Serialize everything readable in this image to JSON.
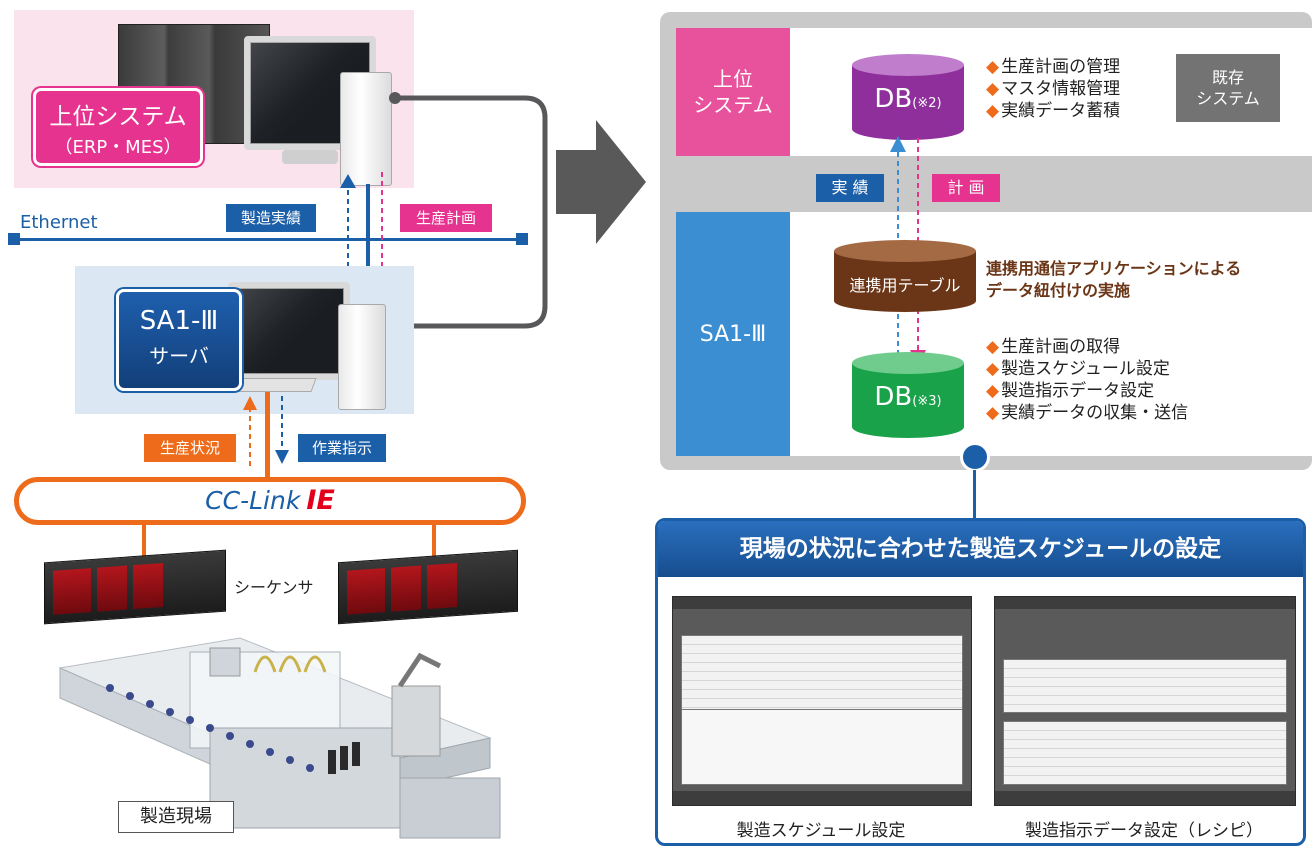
{
  "left": {
    "upper_system_title": "上位システム",
    "upper_system_sub": "（ERP・MES）",
    "ethernet_label": "Ethernet",
    "manufacturing_results_label": "製造実績",
    "production_plan_label": "生産計画",
    "server_title": "SA1-Ⅲ",
    "server_sub": "サーバ",
    "production_status_label": "生産状況",
    "work_instruction_label": "作業指示",
    "cclink_text": "CC-Link",
    "cclink_ie": "IE",
    "sequencer_label": "シーケンサ",
    "site_label": "製造現場"
  },
  "right": {
    "upper_label": "上位\nシステム",
    "db2_label": "DB",
    "db2_note": "(※2)",
    "upper_bullets": [
      "生産計画の管理",
      "マスタ情報管理",
      "実績データ蓄積"
    ],
    "existing_system_label": "既存\nシステム",
    "results_tag": "実 績",
    "plan_tag": "計 画",
    "sa1_label": "SA1-Ⅲ",
    "link_table_label": "連携用テーブル",
    "link_desc": "連携用通信アプリケーションによる\nデータ紐付けの実施",
    "db3_label": "DB",
    "db3_note": "(※3)",
    "sa1_bullets": [
      "生産計画の取得",
      "製造スケジュール設定",
      "製造指示データ設定",
      "実績データの収集・送信"
    ]
  },
  "callout": {
    "title": "現場の状況に合わせた製造スケジュールの設定",
    "caption_left": "製造スケジュール設定",
    "caption_right": "製造指示データ設定（レシピ）"
  },
  "colors": {
    "pink": "#e6338f",
    "blue": "#1b5fa8",
    "orange": "#ee6b1b",
    "dark_grey": "#58585a",
    "db_purple": "#9b3fa7",
    "db_green": "#1aa24a",
    "link_brown": "#6b3617"
  }
}
